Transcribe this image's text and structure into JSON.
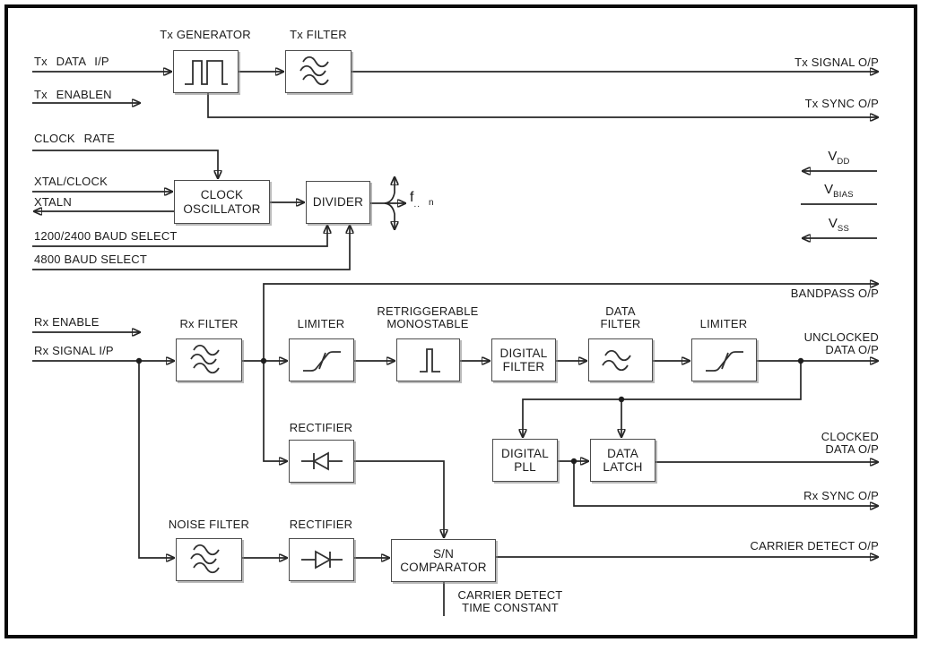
{
  "inputs": {
    "tx_data": "Tx DATA I/P",
    "tx_enablen": "Tx ENABLEN",
    "clock_rate": "CLOCK RATE",
    "xtal_clock": "XTAL/CLOCK",
    "xtaln": "XTALN",
    "baud_select_1200_2400": "1200/2400 BAUD SELECT",
    "baud_select_4800": "4800 BAUD SELECT",
    "rx_enable": "Rx ENABLE",
    "rx_signal": "Rx SIGNAL I/P"
  },
  "outputs": {
    "tx_signal": "Tx SIGNAL O/P",
    "tx_sync": "Tx SYNC O/P",
    "bandpass": "BANDPASS O/P",
    "unclocked_line1": "UNCLOCKED",
    "unclocked_line2": "DATA O/P",
    "clocked_line1": "CLOCKED",
    "clocked_line2": "DATA O/P",
    "rx_sync": "Rx SYNC O/P",
    "carrier_detect": "CARRIER DETECT O/P",
    "carrier_tc_line1": "CARRIER DETECT",
    "carrier_tc_line2": "TIME CONSTANT"
  },
  "power": {
    "vdd_base": "V",
    "vdd_sub": "DD",
    "vbias_base": "V",
    "vbias_sub": "BIAS",
    "vss_base": "V",
    "vss_sub": "SS"
  },
  "clock_outputs": {
    "f_base": "f",
    "f_dots": "..",
    "f_sub": "n"
  },
  "blocks": {
    "tx_generator": "Tx GENERATOR",
    "tx_filter": "Tx FILTER",
    "clock_oscillator_line1": "CLOCK",
    "clock_oscillator_line2": "OSCILLATOR",
    "divider": "DIVIDER",
    "rx_filter": "Rx FILTER",
    "limiter_1": "LIMITER",
    "retriggerable_line1": "RETRIGGERABLE",
    "retriggerable_line2": "MONOSTABLE",
    "digital_filter_line1": "DIGITAL",
    "digital_filter_line2": "FILTER",
    "data_filter_line1": "DATA",
    "data_filter_line2": "FILTER",
    "limiter_2": "LIMITER",
    "rectifier_upper": "RECTIFIER",
    "digital_pll_line1": "DIGITAL",
    "digital_pll_line2": "PLL",
    "data_latch_line1": "DATA",
    "data_latch_line2": "LATCH",
    "noise_filter": "NOISE FILTER",
    "rectifier_lower": "RECTIFIER",
    "sn_comparator_line1": "S/N",
    "sn_comparator_line2": "COMPARATOR"
  },
  "colors": {
    "background": "#ffffff",
    "frame": "#0a0a0a",
    "wire": "#262626",
    "block_border": "#4c4c4c",
    "text": "#1c1c1c"
  }
}
